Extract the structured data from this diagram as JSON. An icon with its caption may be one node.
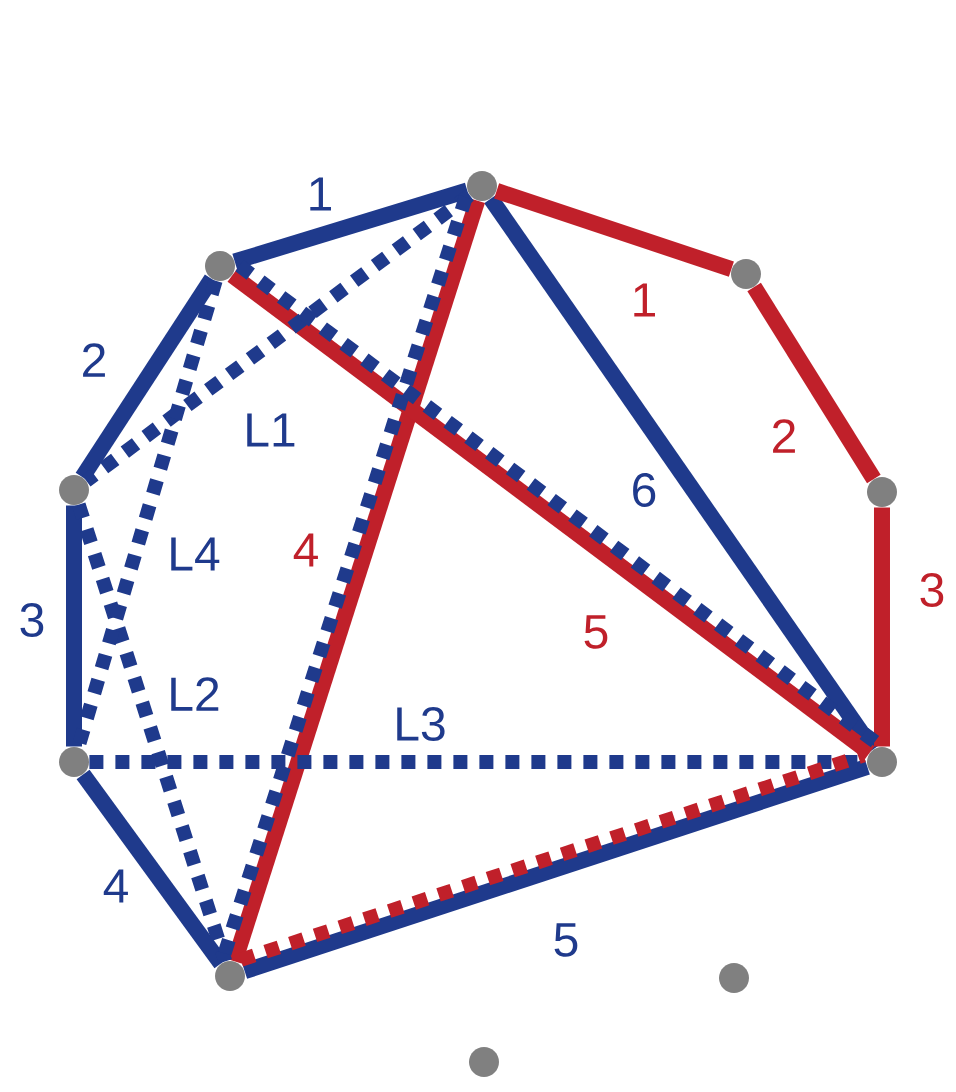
{
  "diagram": {
    "nodes": [
      {
        "text": [],
        "shape": "circle"
      },
      {
        "text": [],
        "shape": "circle"
      },
      {
        "text": [],
        "shape": "circle"
      },
      {
        "text": [],
        "shape": "circle"
      },
      {
        "text": [],
        "shape": "circle"
      },
      {
        "text": [],
        "shape": "circle"
      },
      {
        "text": [],
        "shape": "circle"
      },
      {
        "text": [],
        "shape": "circle"
      },
      {
        "text": [],
        "shape": "circle"
      },
      {
        "text": [],
        "shape": "circle"
      }
    ],
    "edges": [
      {
        "from": 0,
        "to": 1,
        "arrow": "none",
        "label": "1"
      },
      {
        "from": 1,
        "to": 3,
        "arrow": "none",
        "label": "2"
      },
      {
        "from": 3,
        "to": 5,
        "arrow": "none",
        "label": "3"
      },
      {
        "from": 5,
        "to": 7,
        "arrow": "none",
        "label": "4"
      },
      {
        "from": 7,
        "to": 6,
        "arrow": "none",
        "label": "5"
      },
      {
        "from": 0,
        "to": 6,
        "arrow": "none",
        "label": "6"
      },
      {
        "from": 0,
        "to": 2,
        "arrow": "none",
        "label": "1",
        "color": "#c0202a"
      },
      {
        "from": 2,
        "to": 4,
        "arrow": "none",
        "label": "2",
        "color": "#c0202a"
      },
      {
        "from": 4,
        "to": 6,
        "arrow": "none",
        "label": "3",
        "color": "#c0202a"
      },
      {
        "from": 0,
        "to": 7,
        "arrow": "none",
        "label": "4",
        "color": "#c0202a"
      },
      {
        "from": 1,
        "to": 6,
        "arrow": "none",
        "label": "5",
        "color": "#c0202a"
      },
      {
        "from": 0,
        "to": 3,
        "arrow": "none",
        "label": "L1",
        "style": "dashed"
      },
      {
        "from": 3,
        "to": 7,
        "arrow": "none",
        "label": "L2",
        "style": "dashed"
      },
      {
        "from": 5,
        "to": 6,
        "arrow": "none",
        "label": "L3",
        "style": "dashed"
      },
      {
        "from": 1,
        "to": 5,
        "arrow": "none",
        "label": "L4",
        "style": "dashed"
      },
      {
        "from": 0,
        "to": 7,
        "arrow": "none",
        "style": "dashed"
      },
      {
        "from": 1,
        "to": 6,
        "arrow": "none",
        "style": "dashed"
      },
      {
        "from": 7,
        "to": 6,
        "arrow": "none",
        "style": "dashed",
        "color": "#c0202a"
      }
    ]
  }
}
